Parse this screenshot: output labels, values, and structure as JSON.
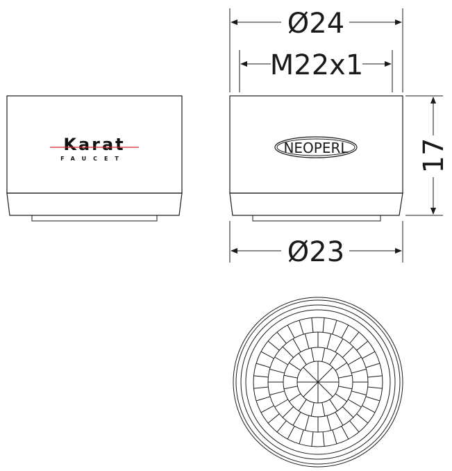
{
  "dimensions": {
    "outer_diameter_top": "Ø24",
    "thread": "M22x1",
    "height": "17",
    "outer_diameter_bottom": "Ø23"
  },
  "labels": {
    "brand_logo": "Karat",
    "brand_subtitle": "FAUCET",
    "neoperl_badge": "NEOPERL"
  },
  "colors": {
    "line": "#1a1a1a",
    "logo_red": "#d0202a",
    "background": "#ffffff"
  }
}
